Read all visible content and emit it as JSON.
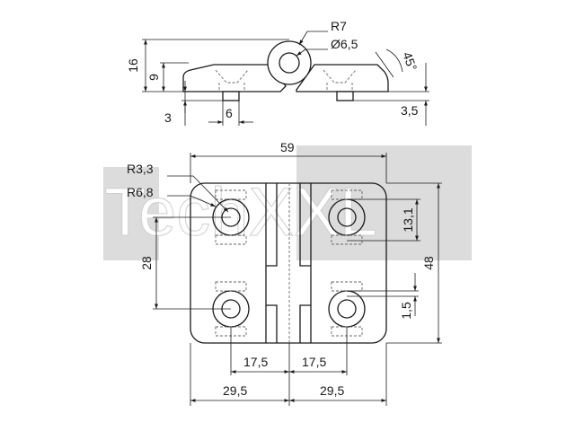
{
  "watermark": {
    "text": "TechXXL"
  },
  "side_view": {
    "radius_label": "R7",
    "pin_diameter_label": "Ø6,5",
    "angle_label": "45°",
    "height_total_label": "16",
    "height_leaf_label": "9",
    "thickness_label": "3",
    "stud_width_label": "6",
    "stud_height_label": "3,5"
  },
  "front_view": {
    "width_total_label": "59",
    "radius_hole_label": "R3,3",
    "radius_counterbore_label": "R6,8",
    "hole_pitch_label": "28",
    "hole_offset_label": "13,1",
    "height_total_label": "48",
    "stud_offset_label": "1,5",
    "hole_center_left_label": "17,5",
    "hole_center_right_label": "17,5",
    "half_width_left_label": "29,5",
    "half_width_right_label": "29,5"
  }
}
